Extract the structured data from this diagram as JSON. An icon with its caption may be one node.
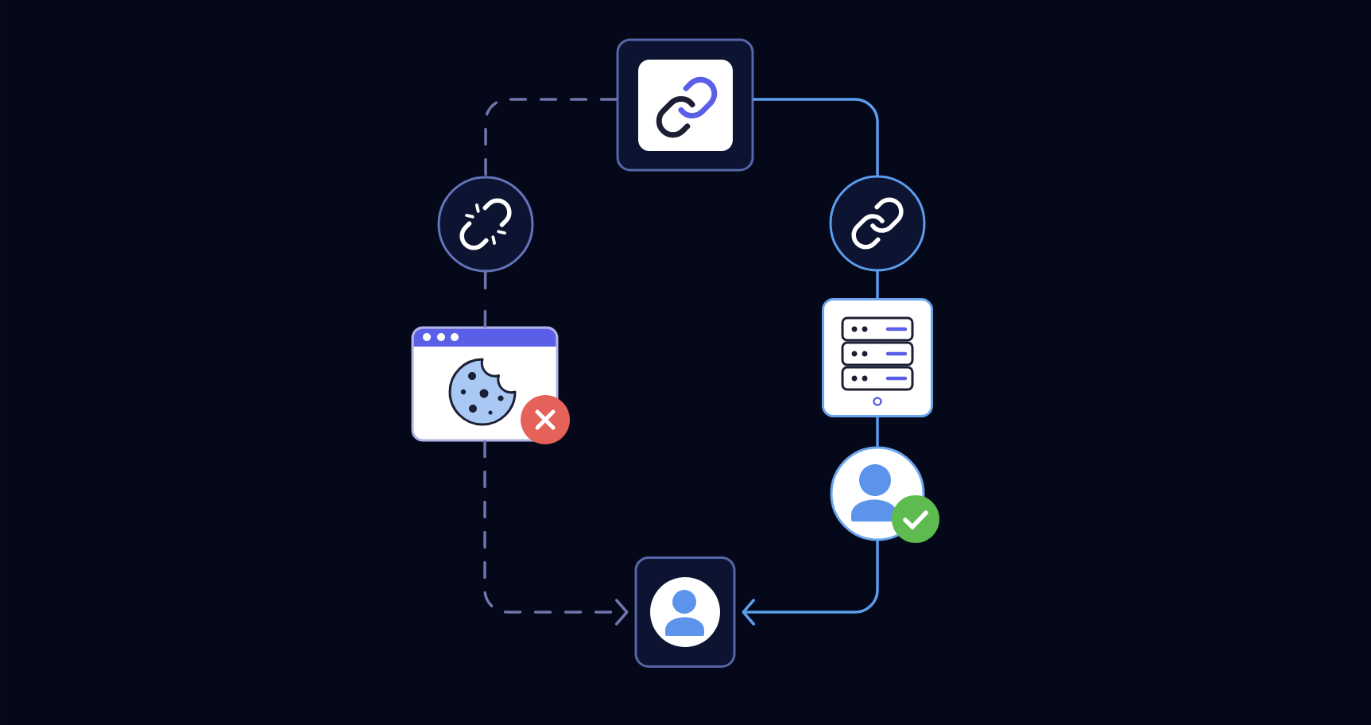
{
  "diagram": {
    "nodes": [
      {
        "text": [],
        "shape": "box"
      },
      {
        "text": [],
        "shape": "circle"
      },
      {
        "text": [],
        "shape": "picture"
      },
      {
        "text": [],
        "shape": "box"
      },
      {
        "text": [],
        "shape": "circle"
      },
      {
        "text": [],
        "shape": "picture"
      },
      {
        "text": [],
        "shape": "circle"
      }
    ],
    "edges": [
      {
        "from": 0,
        "to": 1,
        "arrow": "none",
        "style": "dashed",
        "color": "#7273ab"
      },
      {
        "from": 1,
        "to": 2,
        "arrow": "none",
        "style": "dashed",
        "color": "#7273ab"
      },
      {
        "from": 2,
        "to": 3,
        "arrow": "to",
        "style": "dashed",
        "color": "#7273ab"
      },
      {
        "from": 0,
        "to": 4,
        "arrow": "none"
      },
      {
        "from": 4,
        "to": 5,
        "arrow": "none"
      },
      {
        "from": 5,
        "to": 6,
        "arrow": "none"
      },
      {
        "from": 6,
        "to": 3,
        "arrow": "to"
      }
    ]
  }
}
